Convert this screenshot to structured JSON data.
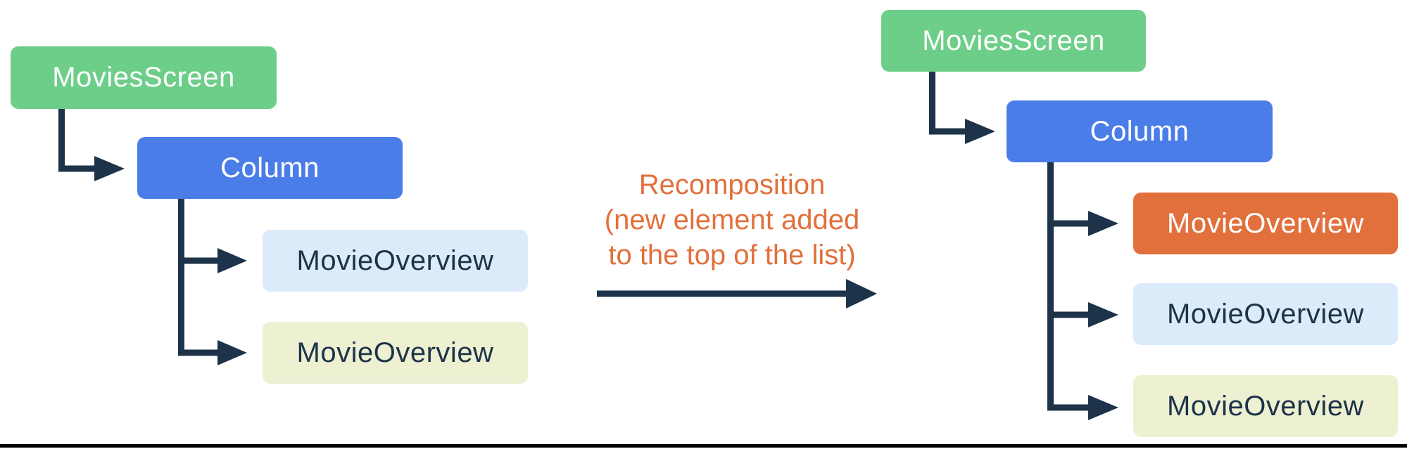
{
  "diagram": {
    "description": "Recomposition tree diagram",
    "colors": {
      "root_green": "#6DCE89",
      "column_blue": "#4B7DE8",
      "item_orange": "#E2703C",
      "item_light_blue": "#DBEBFA",
      "item_light_yellow": "#EDF1D2",
      "connector_navy": "#1D3349",
      "transition_text_orange": "#E2703C",
      "bottom_rule_black": "#000000"
    },
    "left_tree": {
      "root_label": "MoviesScreen",
      "column_label": "Column",
      "items": [
        {
          "label": "MovieOverview"
        },
        {
          "label": "MovieOverview"
        }
      ]
    },
    "transition": {
      "lines": [
        "Recomposition",
        "(new element added",
        "to the top of the list)"
      ]
    },
    "right_tree": {
      "root_label": "MoviesScreen",
      "column_label": "Column",
      "items": [
        {
          "label": "MovieOverview"
        },
        {
          "label": "MovieOverview"
        },
        {
          "label": "MovieOverview"
        }
      ]
    }
  }
}
